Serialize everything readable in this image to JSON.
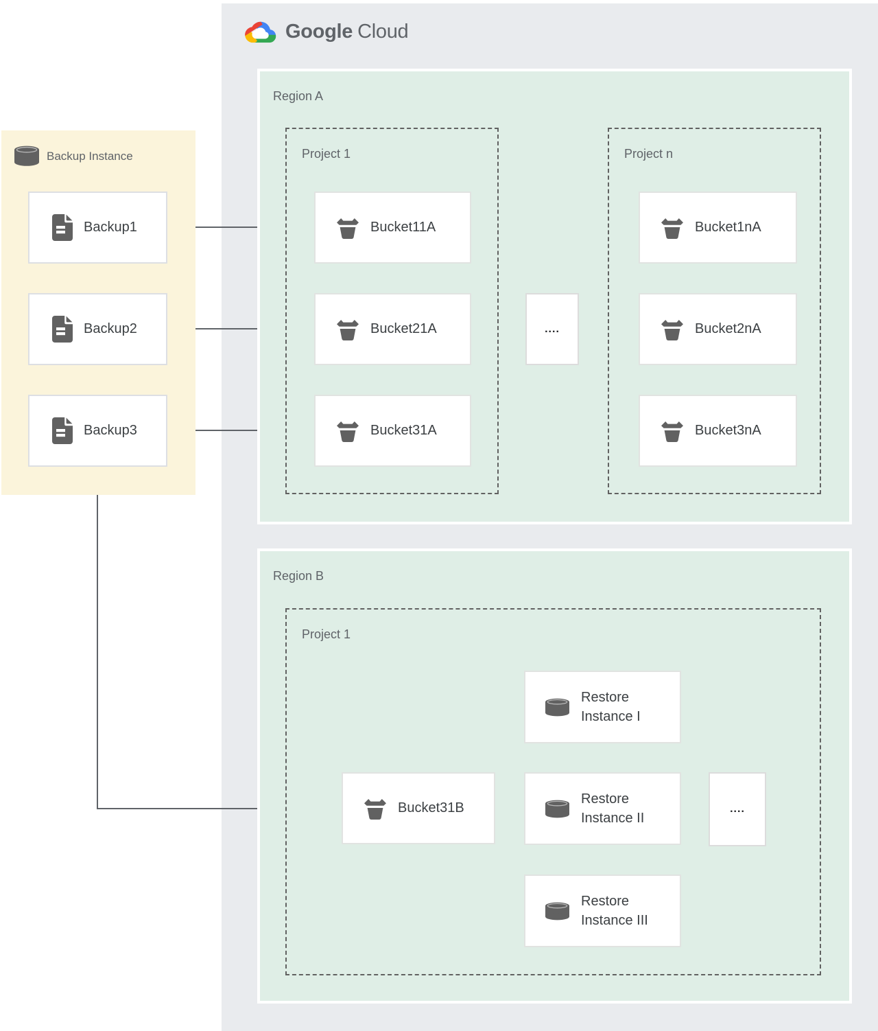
{
  "logo": {
    "brand": "Google",
    "product": "Cloud"
  },
  "backup_panel": {
    "title": "Backup Instance",
    "items": [
      "Backup1",
      "Backup2",
      "Backup3"
    ]
  },
  "region_a": {
    "label": "Region A",
    "project_1": {
      "label": "Project 1",
      "buckets": [
        "Bucket11A",
        "Bucket21A",
        "Bucket31A"
      ]
    },
    "project_n": {
      "label": "Project n",
      "buckets": [
        "Bucket1nA",
        "Bucket2nA",
        "Bucket3nA"
      ]
    },
    "ellipsis": "...."
  },
  "region_b": {
    "label": "Region B",
    "project_1": {
      "label": "Project 1",
      "bucket": "Bucket31B",
      "restore_instances": [
        "Restore Instance I",
        "Restore Instance II",
        "Restore Instance III"
      ],
      "ellipsis": "...."
    }
  },
  "colors": {
    "panel_gray": "#E9EBEE",
    "region_green": "#DFEEE6",
    "backup_yellow": "#FBF4DB",
    "icon_gray": "#616161",
    "label_gray": "#5F6368",
    "node_text": "#3C4043",
    "connector_gray": "#5F6368",
    "logo_red": "#EA4335",
    "logo_yellow": "#FBBC05",
    "logo_green": "#34A853",
    "logo_blue": "#4285F4"
  }
}
